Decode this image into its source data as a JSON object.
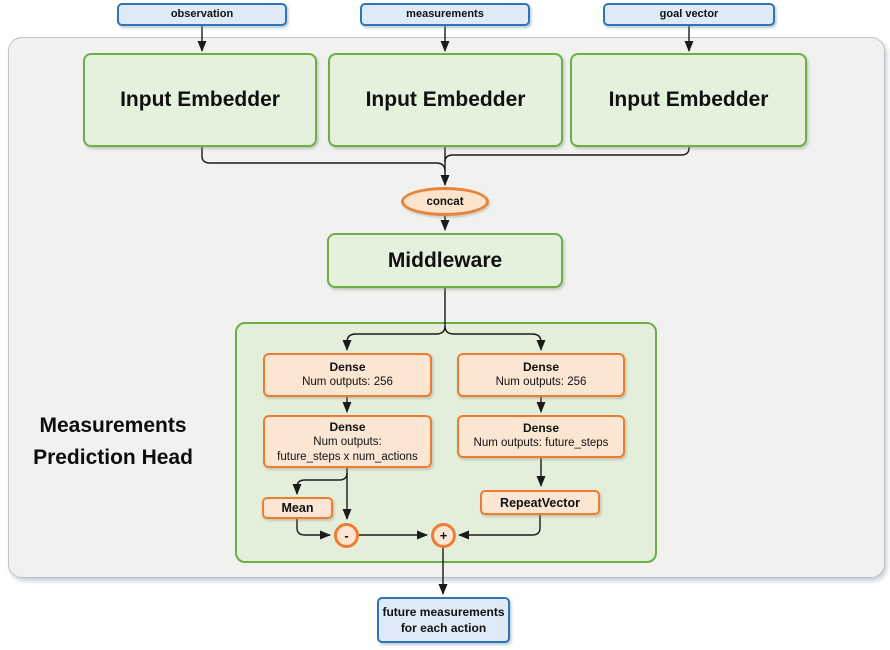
{
  "diagram": {
    "inputs": [
      {
        "label": "observation"
      },
      {
        "label": "measurements"
      },
      {
        "label": "goal vector"
      }
    ],
    "embedders": [
      {
        "label": "Input Embedder"
      },
      {
        "label": "Input Embedder"
      },
      {
        "label": "Input Embedder"
      }
    ],
    "concat_label": "concat",
    "middleware_label": "Middleware",
    "head": {
      "title_line1": "Measurements",
      "title_line2": "Prediction Head",
      "left_branch": {
        "dense1_title": "Dense",
        "dense1_sub": "Num outputs: 256",
        "dense2_title": "Dense",
        "dense2_sub1": "Num outputs:",
        "dense2_sub2": "future_steps x num_actions",
        "mean_label": "Mean",
        "minus_label": "-"
      },
      "right_branch": {
        "dense1_title": "Dense",
        "dense1_sub": "Num outputs: 256",
        "dense2_title": "Dense",
        "dense2_sub": "Num outputs: future_steps",
        "repeat_label": "RepeatVector",
        "plus_label": "+"
      }
    },
    "output": {
      "line1": "future measurements",
      "line2": "for each action"
    },
    "colors": {
      "blue_border": "#2E75B6",
      "blue_fill": "#DEEBF7",
      "green_border": "#6FAD47",
      "green_fill": "#E4F1DC",
      "head_fill": "#E4EFDB",
      "orange_border": "#ED7D31",
      "orange_fill": "#FBE5D3",
      "gray_fill": "#F1F1F0",
      "gray_border": "#C2C2C2",
      "arrow": "#1A1A1A"
    }
  }
}
